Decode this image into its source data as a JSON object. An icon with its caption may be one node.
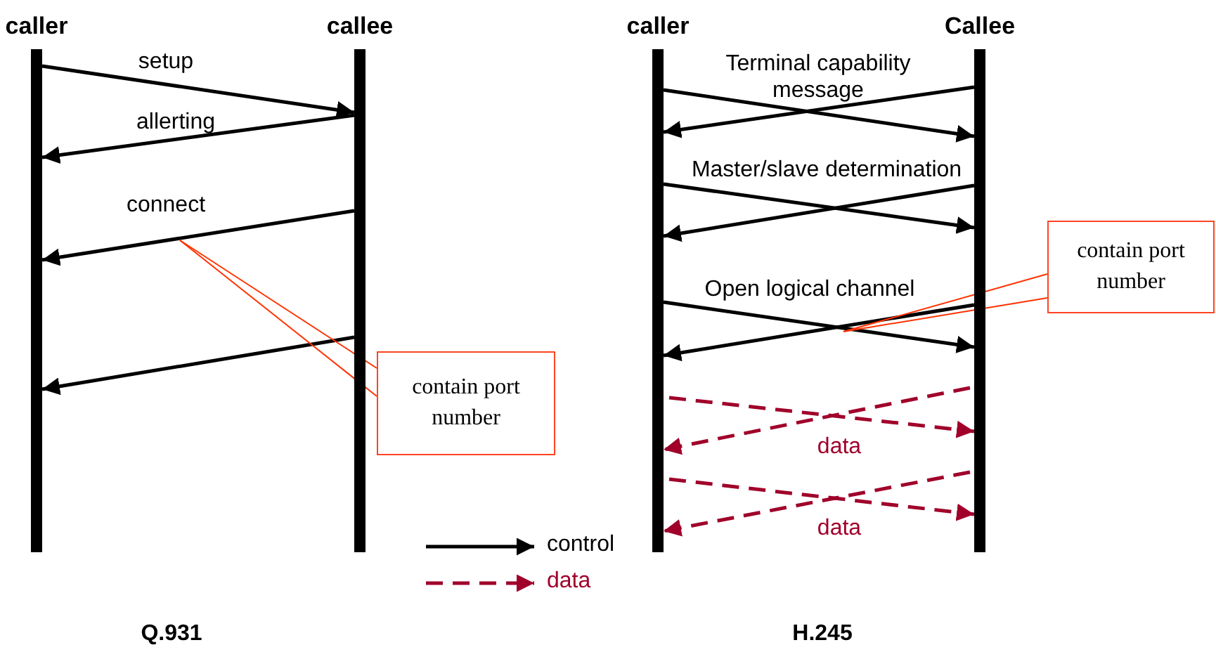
{
  "diagram": {
    "nodes": [
      {
        "text": [
          "caller"
        ]
      },
      {
        "text": [
          "callee"
        ]
      },
      {
        "text": [
          "caller"
        ]
      },
      {
        "text": [
          "Callee"
        ]
      },
      {
        "text": [
          "contain port number"
        ]
      },
      {
        "text": [
          "contain port number"
        ]
      }
    ],
    "edges": [
      {
        "from": 0,
        "to": 1,
        "arrow": "to",
        "label": "setup"
      },
      {
        "from": 1,
        "to": 0,
        "arrow": "to",
        "label": "allerting"
      },
      {
        "from": 1,
        "to": 0,
        "arrow": "to",
        "label": "connect"
      },
      {
        "from": 1,
        "to": 0,
        "arrow": "to"
      },
      {
        "from": 2,
        "to": 3,
        "arrow": "to",
        "label": "Terminal capability message"
      },
      {
        "from": 3,
        "to": 2,
        "arrow": "to"
      },
      {
        "from": 2,
        "to": 3,
        "arrow": "to",
        "label": "Master/slave determination"
      },
      {
        "from": 3,
        "to": 2,
        "arrow": "to"
      },
      {
        "from": 2,
        "to": 3,
        "arrow": "to",
        "label": "Open logical channel"
      },
      {
        "from": 3,
        "to": 2,
        "arrow": "to"
      },
      {
        "from": 2,
        "to": 3,
        "arrow": "to",
        "label": "data",
        "style": "dashed",
        "color": "#a0002a"
      },
      {
        "from": 3,
        "to": 2,
        "arrow": "to",
        "style": "dashed",
        "color": "#a0002a"
      },
      {
        "from": 2,
        "to": 3,
        "arrow": "to",
        "label": "data",
        "style": "dashed",
        "color": "#a0002a"
      },
      {
        "from": 3,
        "to": 2,
        "arrow": "to",
        "style": "dashed",
        "color": "#a0002a"
      },
      {
        "from": 4,
        "to": null,
        "arrow": "none",
        "color": "#ff3300"
      },
      {
        "from": 4,
        "to": null,
        "arrow": "none",
        "color": "#ff3300"
      },
      {
        "from": 5,
        "to": null,
        "arrow": "none",
        "color": "#ff3300"
      },
      {
        "from": 5,
        "to": null,
        "arrow": "none",
        "color": "#ff3300"
      }
    ],
    "labels": [
      "Q.931",
      "H.245"
    ],
    "legend": [
      {
        "text": "control"
      },
      {
        "text": "data"
      }
    ]
  }
}
